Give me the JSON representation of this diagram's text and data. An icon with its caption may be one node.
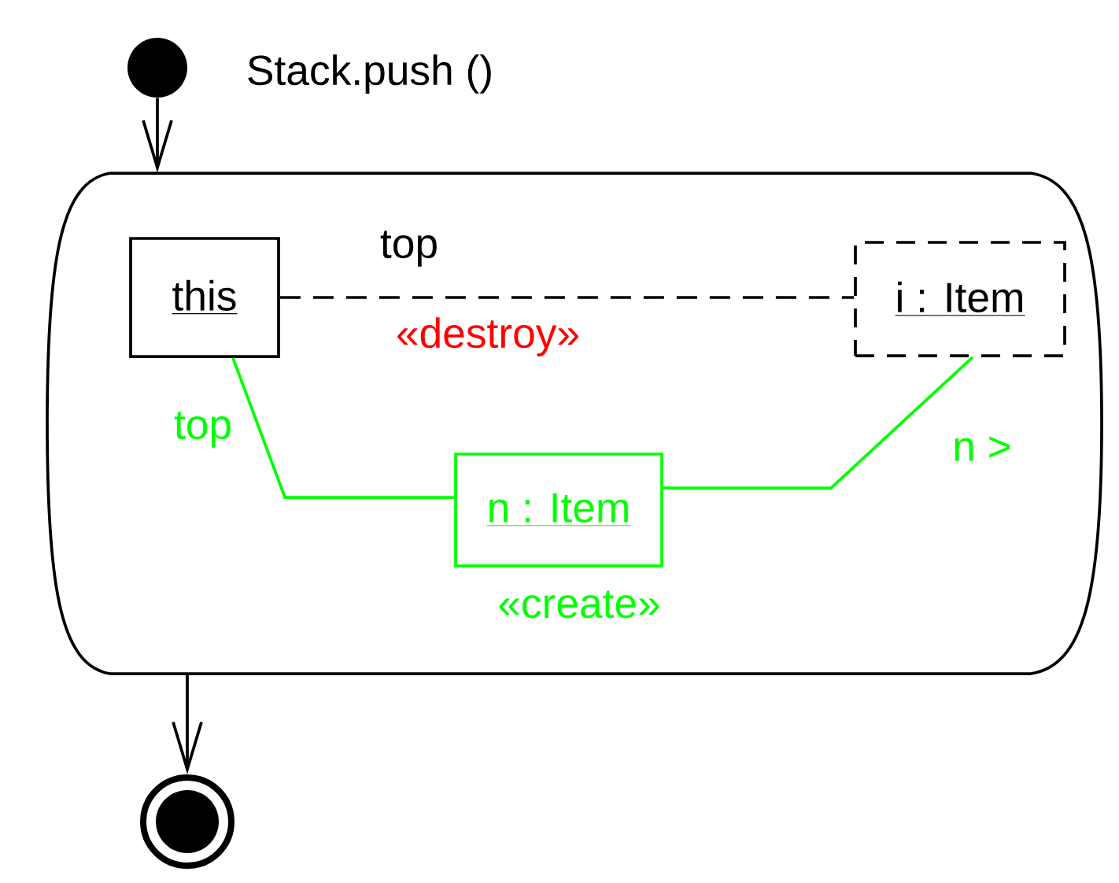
{
  "diagram": {
    "nodes": [
      {
        "text": [],
        "shape": "circle"
      },
      {
        "text": [],
        "shape": "box"
      },
      {
        "text": [
          "this"
        ],
        "in": 1
      },
      {
        "text": [
          "i : Item"
        ],
        "in": 1
      },
      {
        "text": [
          "n : Item"
        ],
        "in": 1,
        "beside": [
          "«create»"
        ]
      },
      {
        "text": [],
        "shape": "circle"
      }
    ],
    "edges": [
      {
        "from": 0,
        "to": 1,
        "arrow": "to",
        "label": "Stack.push ()"
      },
      {
        "from": 2,
        "to": 3,
        "arrow": "none",
        "style": "dashed",
        "label": "top"
      },
      {
        "from": 2,
        "to": 4,
        "arrow": "none",
        "color": "#00ff00",
        "label": "top"
      },
      {
        "from": 3,
        "to": 4,
        "arrow": "none",
        "color": "#00ff00",
        "label": "n >"
      },
      {
        "from": 1,
        "to": 5,
        "arrow": "to"
      }
    ],
    "labels": [
      "«destroy»"
    ]
  }
}
